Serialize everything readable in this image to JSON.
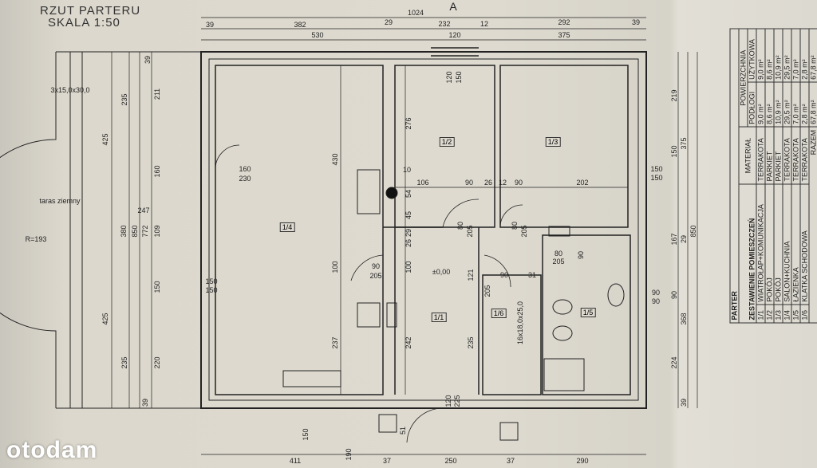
{
  "header": {
    "title": "RZUT PARTERU",
    "scale": "SKALA 1:50",
    "marker": "A"
  },
  "rooms": [
    "1/1",
    "1/2",
    "1/3",
    "1/4",
    "1/5",
    "1/6"
  ],
  "annotations": {
    "stairs_outside": "3x15,0x30,0",
    "terrace": "taras ziemny",
    "radius": "R=193",
    "level": "±0,00",
    "stairs_inside": "16x18,0x25,0"
  },
  "dims": [
    "1024",
    "39",
    "382",
    "29",
    "232",
    "12",
    "292",
    "39",
    "530",
    "120",
    "375",
    "425",
    "235",
    "211",
    "160",
    "39",
    "380",
    "850",
    "772",
    "109",
    "425",
    "235",
    "220",
    "150",
    "39",
    "219",
    "375",
    "150",
    "167",
    "29",
    "850",
    "90",
    "368",
    "224",
    "39",
    "411",
    "37",
    "250",
    "37",
    "290",
    "160",
    "230",
    "430",
    "100",
    "237",
    "276",
    "10",
    "106",
    "90",
    "26",
    "12",
    "90",
    "202",
    "54",
    "45",
    "29",
    "26",
    "100",
    "242",
    "80",
    "205",
    "80",
    "205",
    "90",
    "205",
    "80",
    "205",
    "90",
    "90",
    "31",
    "121",
    "235",
    "205",
    "120",
    "225",
    "150",
    "150",
    "150",
    "150",
    "90",
    "90",
    "120",
    "150",
    "247",
    "150",
    "190",
    "51"
  ],
  "table": {
    "section": "PARTER",
    "heading": "ZESTAWIENIE POMIESZCZEŃ",
    "col_material": "MATERIAŁ",
    "col_area": "POWIERZCHNIA",
    "col_floor": "PODŁOGI",
    "col_usable": "UŻYTKOWA",
    "rows": [
      {
        "no": "1/1",
        "name": "WIATROŁAP+KOMUNIKACJA",
        "material": "TERRAKOTA",
        "floor": "9,0 m²",
        "usable": "9,0 m²"
      },
      {
        "no": "1/2",
        "name": "POKÓJ",
        "material": "PARKIET",
        "floor": "8,6 m²",
        "usable": "8,6 m²"
      },
      {
        "no": "1/3",
        "name": "POKÓJ",
        "material": "PARKIET",
        "floor": "10,9 m²",
        "usable": "10,9 m²"
      },
      {
        "no": "1/4",
        "name": "SALON+KUCHNIA",
        "material": "TERRAKOTA",
        "floor": "29,5 m²",
        "usable": "29,5 m²"
      },
      {
        "no": "1/5",
        "name": "ŁAZIENKA",
        "material": "TERRAKOTA",
        "floor": "7,0 m²",
        "usable": "7,0 m²"
      },
      {
        "no": "1/6",
        "name": "KLATKA SCHODOWA",
        "material": "TERRAKOTA",
        "floor": "2,8 m²",
        "usable": "2,8 m²"
      }
    ],
    "total_label": "RAZEM",
    "total_floor": "67,8 m²",
    "total_usable": "67,8 m²"
  },
  "watermark": "otodam"
}
